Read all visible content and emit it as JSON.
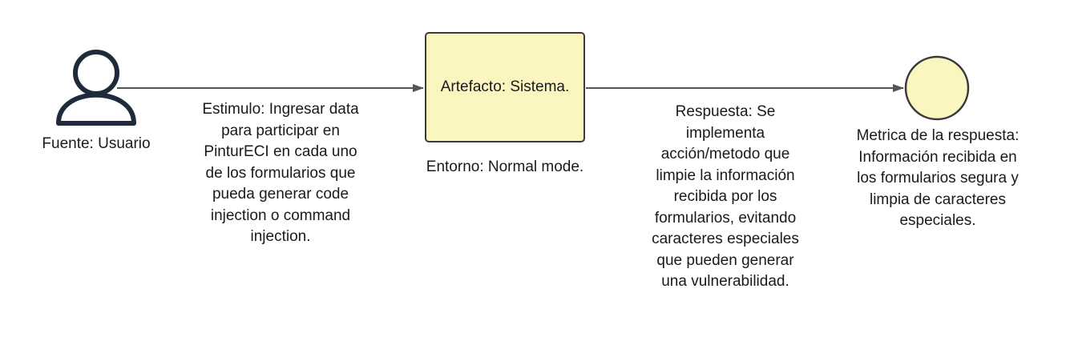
{
  "diagram": {
    "source": {
      "label": "Fuente: Usuario"
    },
    "stimulus": {
      "label": "Estimulo: Ingresar data\npara participar en\nPinturECI en cada uno\nde los formularios que\npueda generar code\ninjection o command\ninjection."
    },
    "artifact": {
      "label": "Artefacto: Sistema."
    },
    "environment": {
      "label": "Entorno: Normal mode."
    },
    "response": {
      "label": "Respuesta: Se\nimplementa\nacción/metodo que\nlimpie la información\nrecibida por los\nformularios, evitando\ncaracteres especiales\nque pueden generar\nuna vulnerabilidad."
    },
    "response_measure": {
      "label": "Metrica de la respuesta:\nInformación recibida en\nlos formularios segura y\nlimpia de caracteres\nespeciales."
    },
    "colors": {
      "box_fill": "#fbf6c0",
      "circle_fill": "#fbf6c0",
      "stroke": "#3a3a3a",
      "actor_stroke": "#1f2a3a"
    }
  }
}
